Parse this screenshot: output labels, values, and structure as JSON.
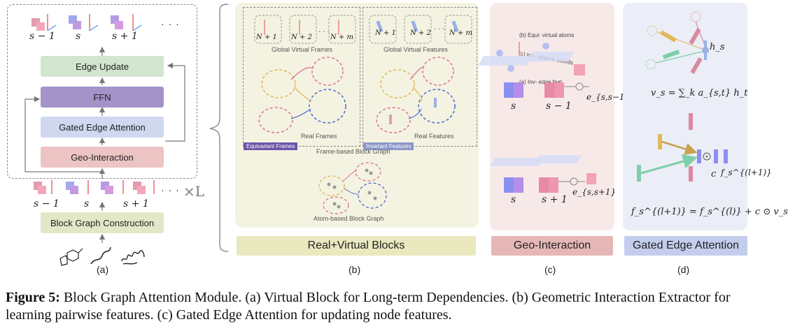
{
  "panel_a": {
    "boxes": {
      "edge_update": "Edge Update",
      "ffn": "FFN",
      "gated_edge_attention": "Gated Edge Attention",
      "geo_interaction": "Geo-Interaction",
      "block_graph_construction": "Block Graph Construction"
    },
    "top_labels": [
      "s − 1",
      "s",
      "s + 1"
    ],
    "bottom_labels": [
      "s − 1",
      "s",
      "s + 1"
    ],
    "ellipsis": "· · ·",
    "repeat": "×L",
    "sublabel": "(a)"
  },
  "panel_b": {
    "virtual_frames_nodes": [
      "N + 1",
      "N + 2",
      "N + m"
    ],
    "virtual_features_nodes": [
      "N + 1",
      "N + 2",
      "N + m"
    ],
    "global_virtual_frames": "Global Virtual  Frames",
    "global_virtual_features": "Global Virtual  Features",
    "real_frames": "Real Frames",
    "real_features": "Real Features",
    "equivariant_frames": "Equivariant  Frames",
    "invariant_features": "Invariant  Features",
    "frame_based_block_graph": "Frame-based Block Graph",
    "atom_based_block_graph": "Atom-based Block Graph",
    "banner": "Real+Virtual Blocks",
    "sublabel": "(b)"
  },
  "panel_c": {
    "equi_virtual_atoms": "(b) Equi- virtual atoms",
    "inv_relative_coords": "(c) Inv- relative coords",
    "inv_edge_feat": "(a) Inv- edge feat",
    "top_labels": [
      "s",
      "s − 1"
    ],
    "top_edge": "e_{s,s−1}",
    "bottom_labels": [
      "s",
      "s + 1"
    ],
    "bottom_edge": "e_{s,s+1}",
    "banner": "Geo-Interaction",
    "sublabel": "(c)"
  },
  "panel_d": {
    "hs": "h_s",
    "vs_formula": "v_s = ∑_k a_{s,t} h_t",
    "c_label": "c",
    "f_label": "f_s^{(l+1)}",
    "update_formula": "f_s^{(l+1)} = f_s^{(l)} + c ⊙ v_s",
    "banner": "Gated Edge Attention",
    "sublabel": "(d)"
  },
  "caption": {
    "prefix": "Figure 5:",
    "text": "Block Graph Attention Module. (a) Virtual Block for Long-term Dependencies. (b) Geometric Interaction Extractor for learning pairwise features. (c) Gated Edge Attention for updating node features."
  },
  "colors": {
    "edge_update": "#d2e6cf",
    "ffn": "#a393c9",
    "gated_edge_attention": "#cfd8ef",
    "geo_interaction": "#ecc4c4",
    "block_graph_construction": "#e4e7c6",
    "panel_b_bg": "#f4f3e1",
    "panel_c_bg": "#f8e9e9",
    "panel_d_bg": "#ebedf7"
  }
}
